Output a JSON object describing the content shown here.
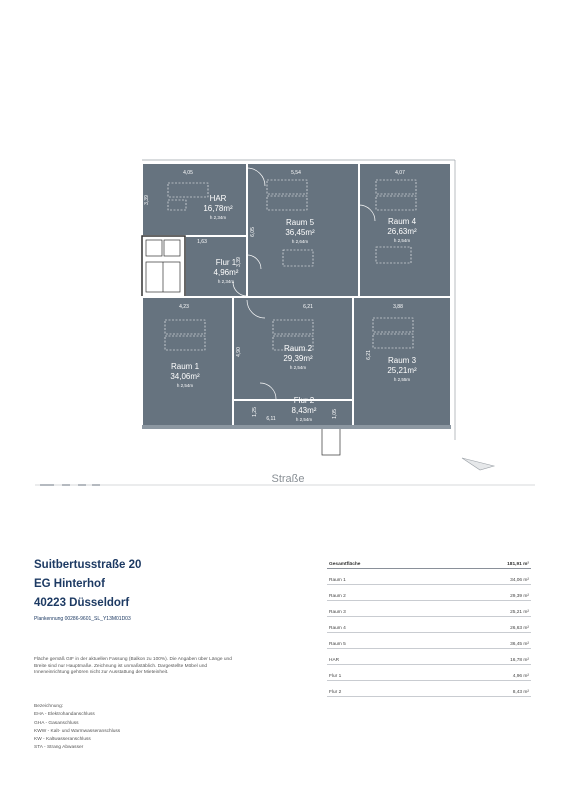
{
  "plan": {
    "rooms": [
      {
        "key": "har",
        "name": "HAR",
        "area": "16,78m²",
        "height": "h 2,34m"
      },
      {
        "key": "raum5",
        "name": "Raum 5",
        "area": "36,45m²",
        "height": "h 2,64m"
      },
      {
        "key": "raum4",
        "name": "Raum 4",
        "area": "26,63m²",
        "height": "h 2,54m"
      },
      {
        "key": "flur1",
        "name": "Flur 1",
        "area": "4,96m²",
        "height": "h 2,34m"
      },
      {
        "key": "raum1",
        "name": "Raum 1",
        "area": "34,06m²",
        "height": "h 2,54m"
      },
      {
        "key": "raum2",
        "name": "Raum 2",
        "area": "29,39m²",
        "height": "h 2,54m"
      },
      {
        "key": "raum3",
        "name": "Raum 3",
        "area": "25,21m²",
        "height": "h 2,55m"
      },
      {
        "key": "flur2",
        "name": "Flur 2",
        "area": "8,43m²",
        "height": "h 2,54m"
      }
    ],
    "dimensions": [
      "4,05",
      "5,54",
      "4,07",
      "3,39",
      "6,05",
      "1,63",
      "3,39",
      "4,23",
      "6,21",
      "3,88",
      "4,90",
      "6,21",
      "1,25",
      "6,11",
      "1,05"
    ],
    "street_label": "Straße"
  },
  "info": {
    "title_lines": [
      "Suitbertusstraße 20",
      "EG Hinterhof",
      "40223 Düsseldorf"
    ],
    "plan_id": "Plankennung 00286-9601_SL_Y13M01D03",
    "notes": "Fläche gemäß GIF in der aktuellen Fassung (Balkon zu 100%). Die Angaben über Länge und Breite sind nur Hauptmaße. Zeichnung ist unmaßstäblich. Dargestellte Möbel und Inneneinrichtung gehören nicht zur Ausstattung der Mieteinheit.",
    "legend_title": "Bezeichnung:",
    "legend_items": [
      "EHA - Elektrohandanschluss",
      "GHA - Gasanschluss",
      "KWW - Kalt- und Warmwasseranschluss",
      "KW - Kaltwasseranschluss",
      "STA - Strang Abwasser"
    ]
  },
  "area_table": {
    "total": {
      "label": "Gesamtfläche",
      "value": "181,91 m²"
    },
    "rows": [
      {
        "label": "Raum 1",
        "value": "34,06 m²"
      },
      {
        "label": "Raum 2",
        "value": "29,39 m²"
      },
      {
        "label": "Raum 3",
        "value": "25,21 m²"
      },
      {
        "label": "Raum 4",
        "value": "26,63 m²"
      },
      {
        "label": "Raum 5",
        "value": "36,45 m²"
      },
      {
        "label": "HAR",
        "value": "16,78 m²"
      },
      {
        "label": "Flur 1",
        "value": "4,96 m²"
      },
      {
        "label": "Flur 2",
        "value": "8,43 m²"
      }
    ]
  },
  "colors": {
    "floor": "#66737f",
    "wall": "#ffffff",
    "accent": "#1d3a63"
  }
}
